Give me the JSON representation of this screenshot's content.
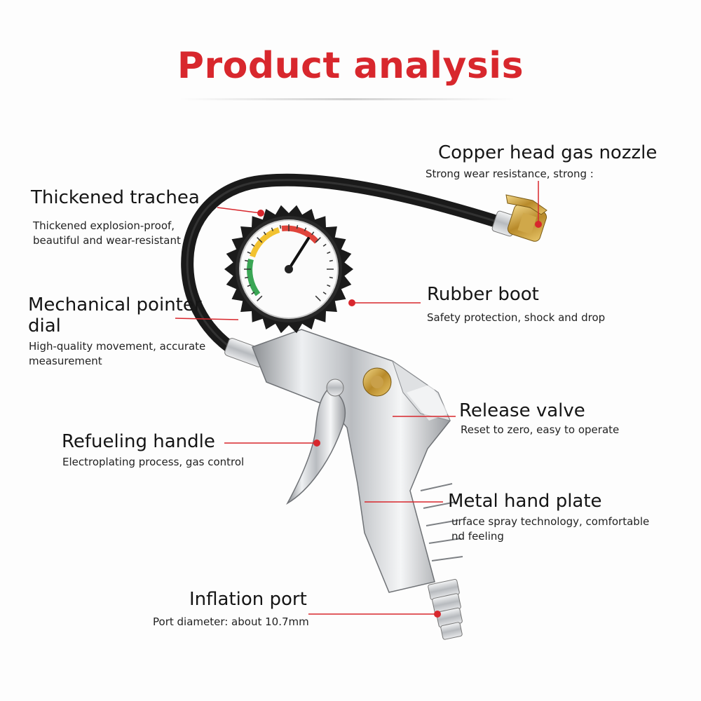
{
  "title": "Product analysis",
  "accent_color": "#d8272d",
  "callouts": [
    {
      "label": "Copper head gas nozzle",
      "desc": "Strong wear resistance, strong :"
    },
    {
      "label": "Thickened trachea",
      "desc": "Thickened explosion-proof, beautiful and wear-resistant"
    },
    {
      "label": "Mechanical pointer dial",
      "desc": "High-quality movement, accurate measurement"
    },
    {
      "label": "Rubber boot",
      "desc": "Safety protection, shock and drop"
    },
    {
      "label": "Release valve",
      "desc": "Reset to zero, easy to operate"
    },
    {
      "label": "Refueling handle",
      "desc": "Electroplating process, gas control"
    },
    {
      "label": "Metal hand plate",
      "desc": "urface spray technology, comfortable nd feeling"
    },
    {
      "label": "Inflation port",
      "desc": "Port diameter: about 10.7mm"
    }
  ]
}
